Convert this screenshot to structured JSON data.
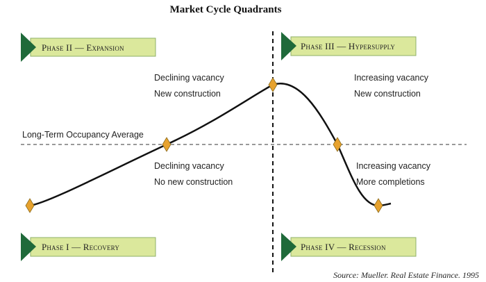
{
  "title": "Market Cycle Quadrants",
  "phases": {
    "phase2": "Phase II — Expansion",
    "phase3": "Phase III — Hypersupply",
    "phase1": "Phase I — Recovery",
    "phase4": "Phase IV — Recession"
  },
  "annotations": {
    "q2_line1": "Declining vacancy",
    "q2_line2": "New construction",
    "q3_line1": "Increasing vacancy",
    "q3_line2": "New construction",
    "q1_line1": "Declining vacancy",
    "q1_line2": "No new construction",
    "q4_line1": "Increasing vacancy",
    "q4_line2": "More completions"
  },
  "average_label": "Long-Term Occupancy Average",
  "source": "Source: Mueller. Real Estate Finance. 1995",
  "colors": {
    "banner_fill": "#dbe89c",
    "banner_border": "#8fb068",
    "arrow": "#1f6a3a",
    "marker": "#e7a22e"
  }
}
